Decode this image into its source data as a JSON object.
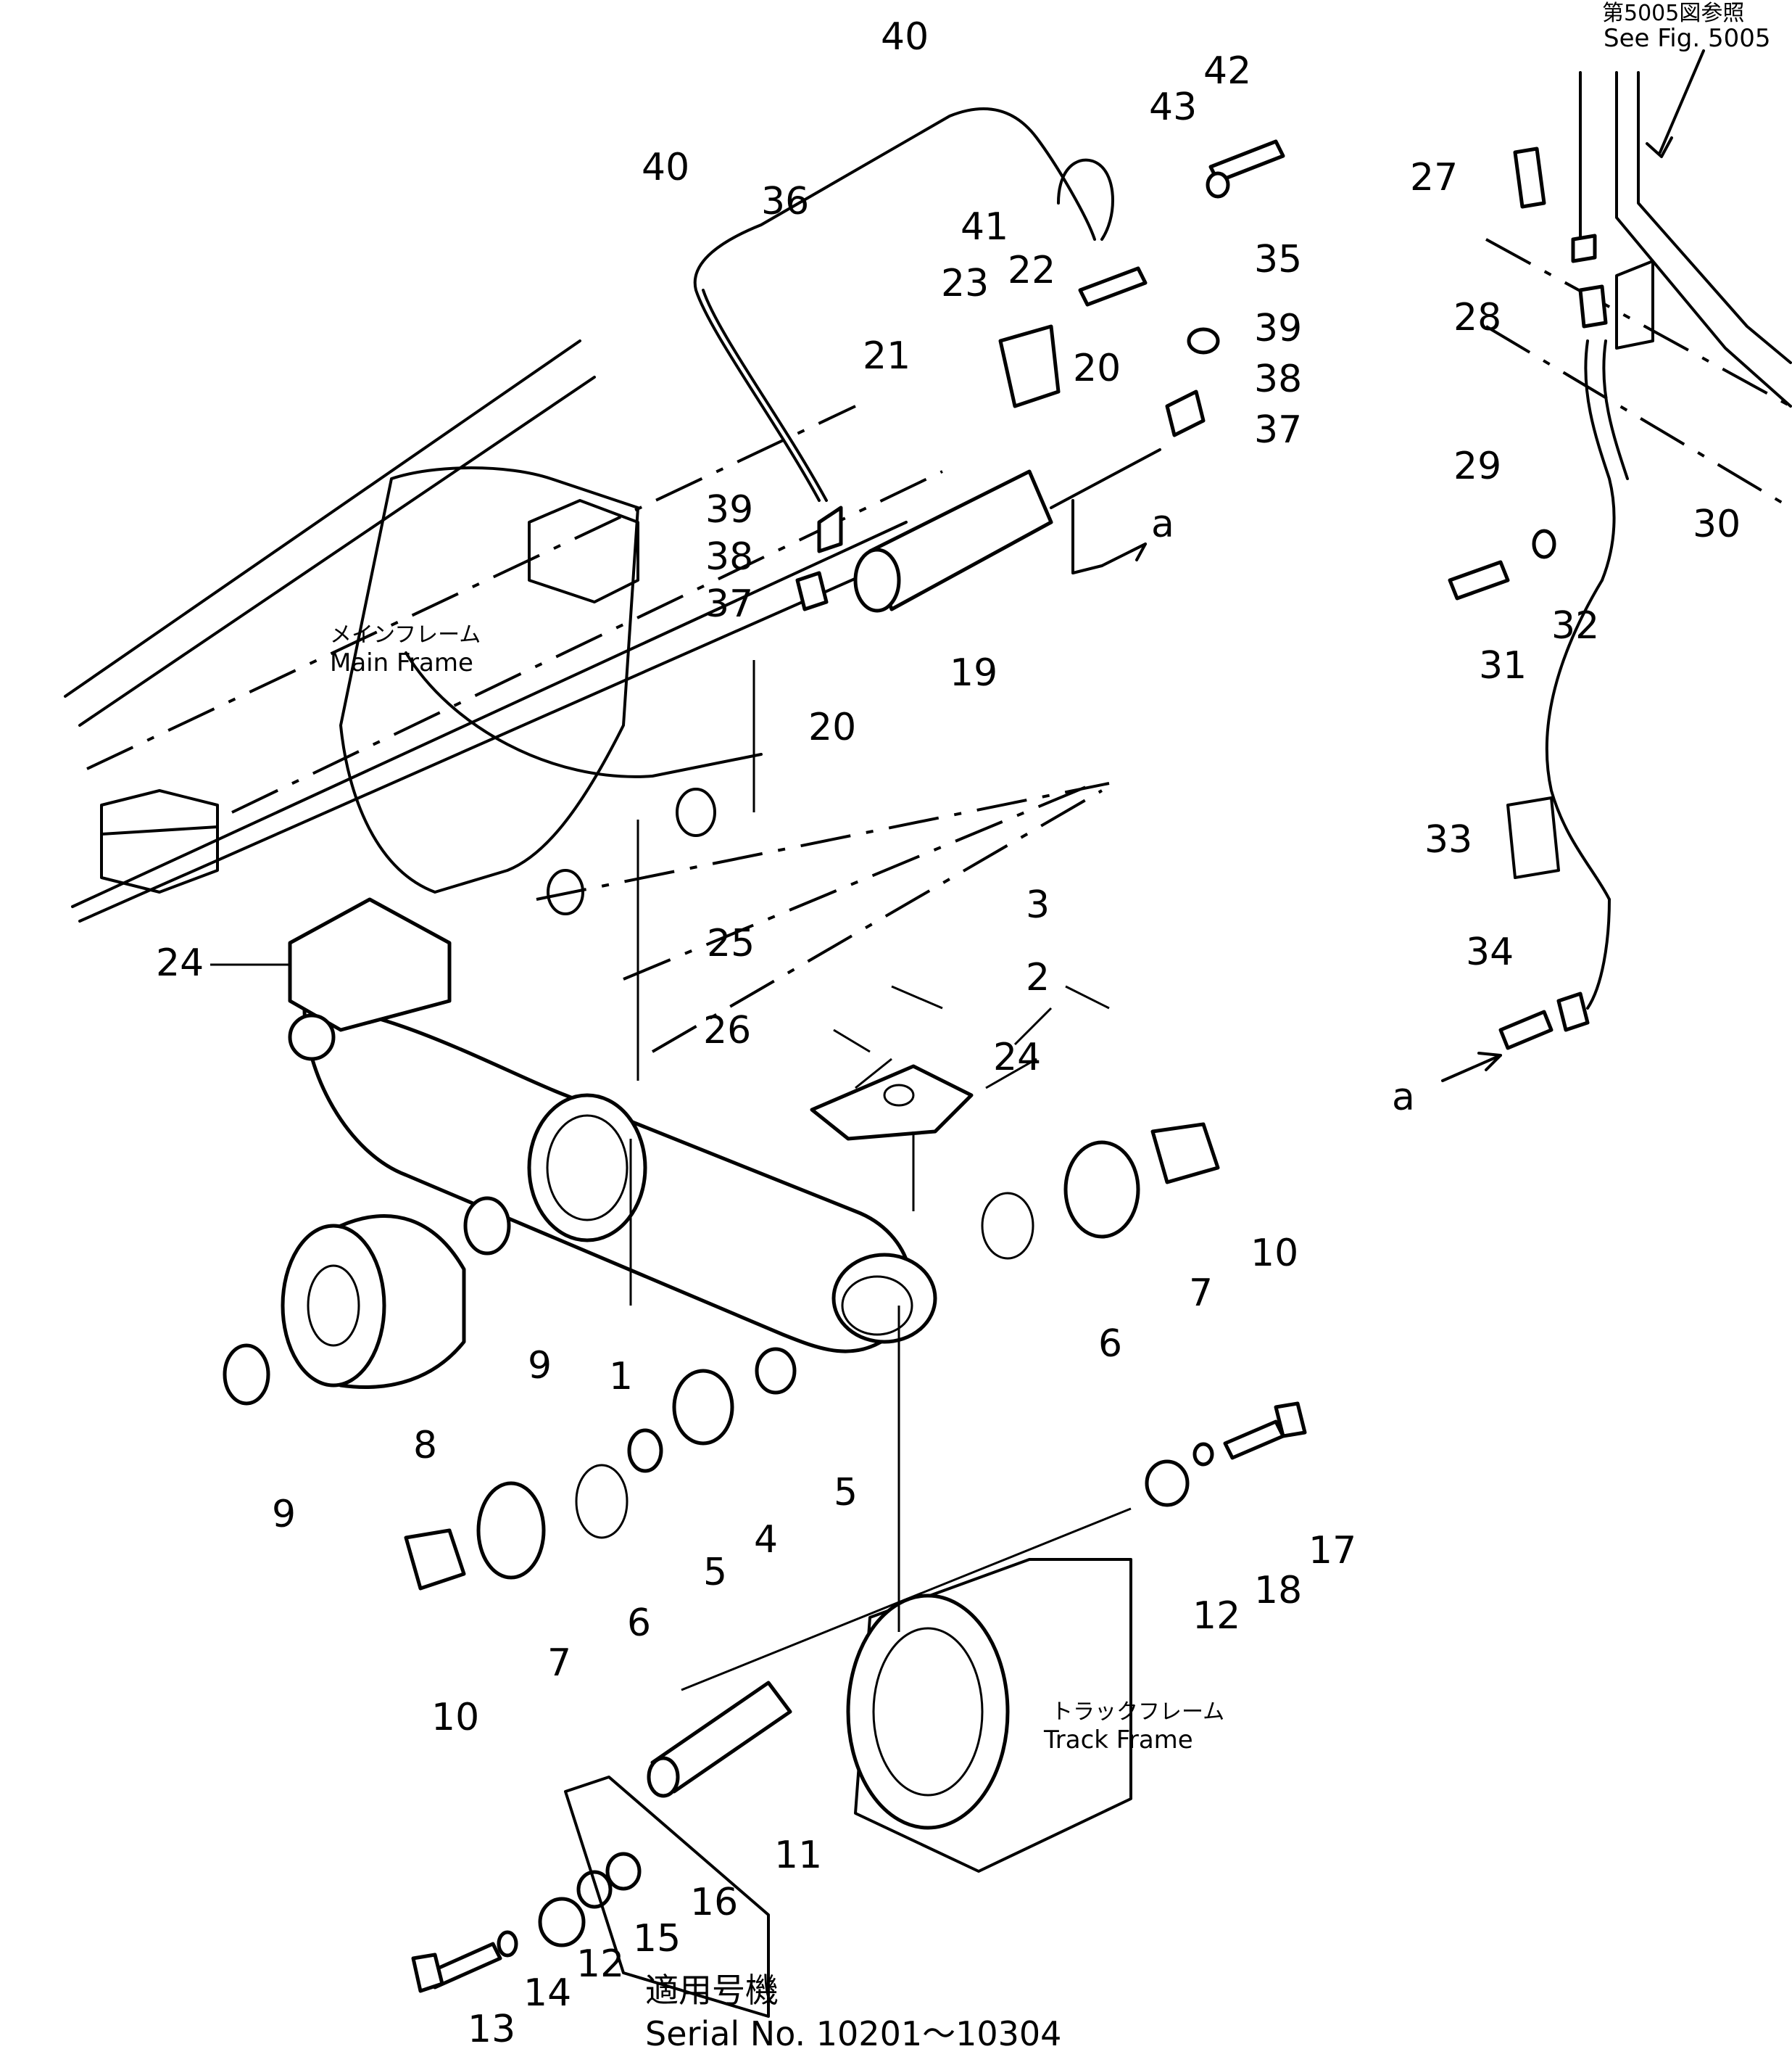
{
  "labels": {
    "main_frame_jp": "メインフレーム",
    "main_frame_en": "Main Frame",
    "track_frame_jp": "トラックフレーム",
    "track_frame_en": "Track Frame",
    "see_fig_jp": "第5005図参照",
    "see_fig_en": "See Fig. 5005",
    "view_a": "a",
    "serial_jp": "適用号機",
    "serial_en": "Serial No. 10201～10304"
  },
  "callouts": [
    "1",
    "2",
    "3",
    "4",
    "5",
    "5",
    "6",
    "6",
    "7",
    "7",
    "8",
    "9",
    "9",
    "10",
    "10",
    "11",
    "12",
    "12",
    "13",
    "14",
    "15",
    "16",
    "17",
    "18",
    "19",
    "20",
    "20",
    "21",
    "22",
    "23",
    "24",
    "24",
    "25",
    "26",
    "27",
    "28",
    "29",
    "30",
    "31",
    "32",
    "33",
    "34",
    "35",
    "36",
    "37",
    "37",
    "38",
    "38",
    "39",
    "39",
    "40",
    "40",
    "41",
    "42",
    "43"
  ]
}
